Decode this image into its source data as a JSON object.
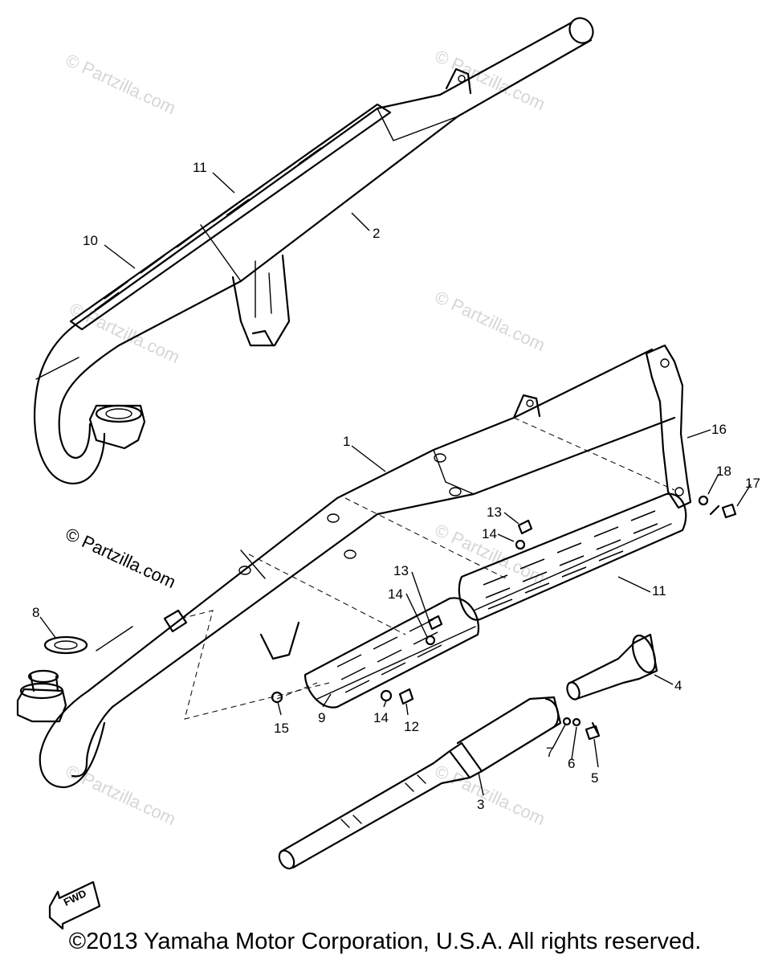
{
  "watermark": {
    "text": "© Partzilla.com",
    "color_light": "#d6d6d6",
    "color_dark": "#000000"
  },
  "callouts": {
    "c1": "1",
    "c2": "2",
    "c3": "3",
    "c4": "4",
    "c5": "5",
    "c6": "6",
    "c7": "7",
    "c8": "8",
    "c9": "9",
    "c10": "10",
    "c11a": "11",
    "c11b": "11",
    "c12": "12",
    "c13a": "13",
    "c13b": "13",
    "c14a": "14",
    "c14b": "14",
    "c14c": "14",
    "c15": "15",
    "c16": "16",
    "c17": "17",
    "c18": "18"
  },
  "fwd_label": "FWD",
  "copyright": "©2013  Yamaha Motor Corporation, U.S.A. All rights reserved."
}
